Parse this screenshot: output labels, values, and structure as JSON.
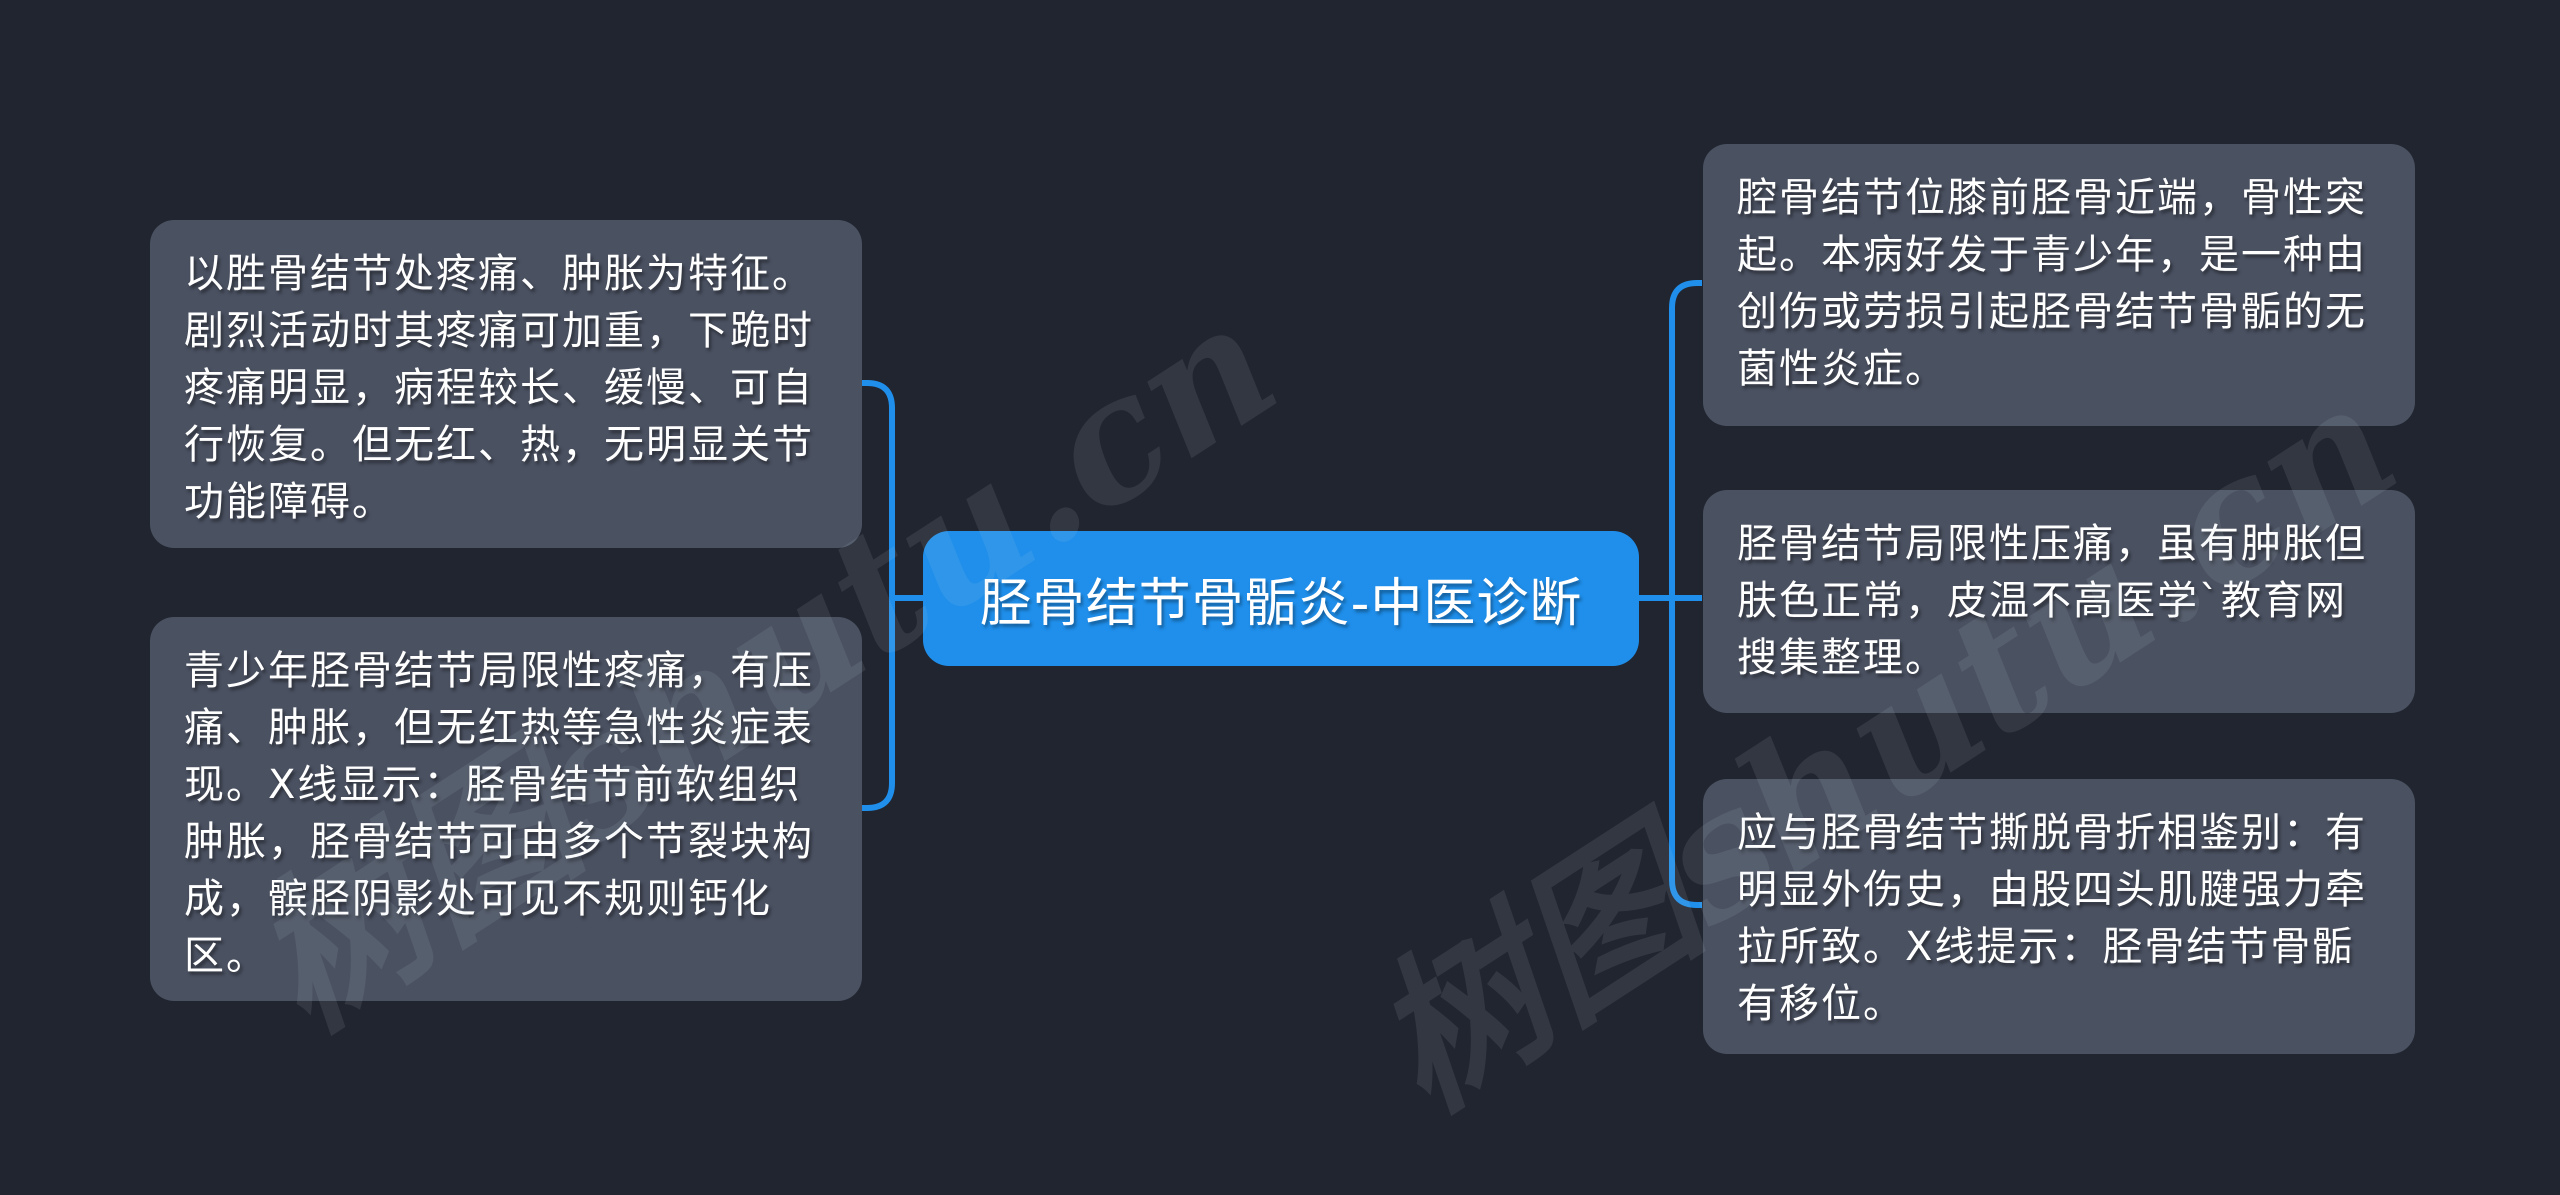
{
  "theme": {
    "background": "#212530",
    "branch_node_bg": "#4a5161",
    "accent_blue": "#1f8feb",
    "text_color": "#ffffff",
    "watermark_color": "rgba(195,205,222,0.11)"
  },
  "root": {
    "label": "胫骨结节骨骺炎-中医诊断"
  },
  "left_branches": [
    {
      "text": "以胜骨结节处疼痛、肿胀为特征。剧烈活动时其疼痛可加重，下跪时疼痛明显，病程较长、缓慢、可自行恢复。但无红、热，无明显关节功能障碍。"
    },
    {
      "text": "青少年胫骨结节局限性疼痛，有压痛、肿胀，但无红热等急性炎症表现。X线显示：胫骨结节前软组织肿胀，胫骨结节可由多个节裂块构成，髌胫阴影处可见不规则钙化区。"
    }
  ],
  "right_branches": [
    {
      "text": "腔骨结节位膝前胫骨近端，骨性突起。本病好发于青少年，是一种由创伤或劳损引起胫骨结节骨骺的无菌性炎症。"
    },
    {
      "text": "胫骨结节局限性压痛，虽有肿胀但肤色正常，皮温不高医学`教育网搜集整理。"
    },
    {
      "text": "应与胫骨结节撕脱骨折相鉴别：有明显外伤史，由股四头肌腱强力牵拉所致。X线提示：胫骨结节骨骺有移位。"
    }
  ],
  "watermark": {
    "text": "树图shutu.cn"
  }
}
